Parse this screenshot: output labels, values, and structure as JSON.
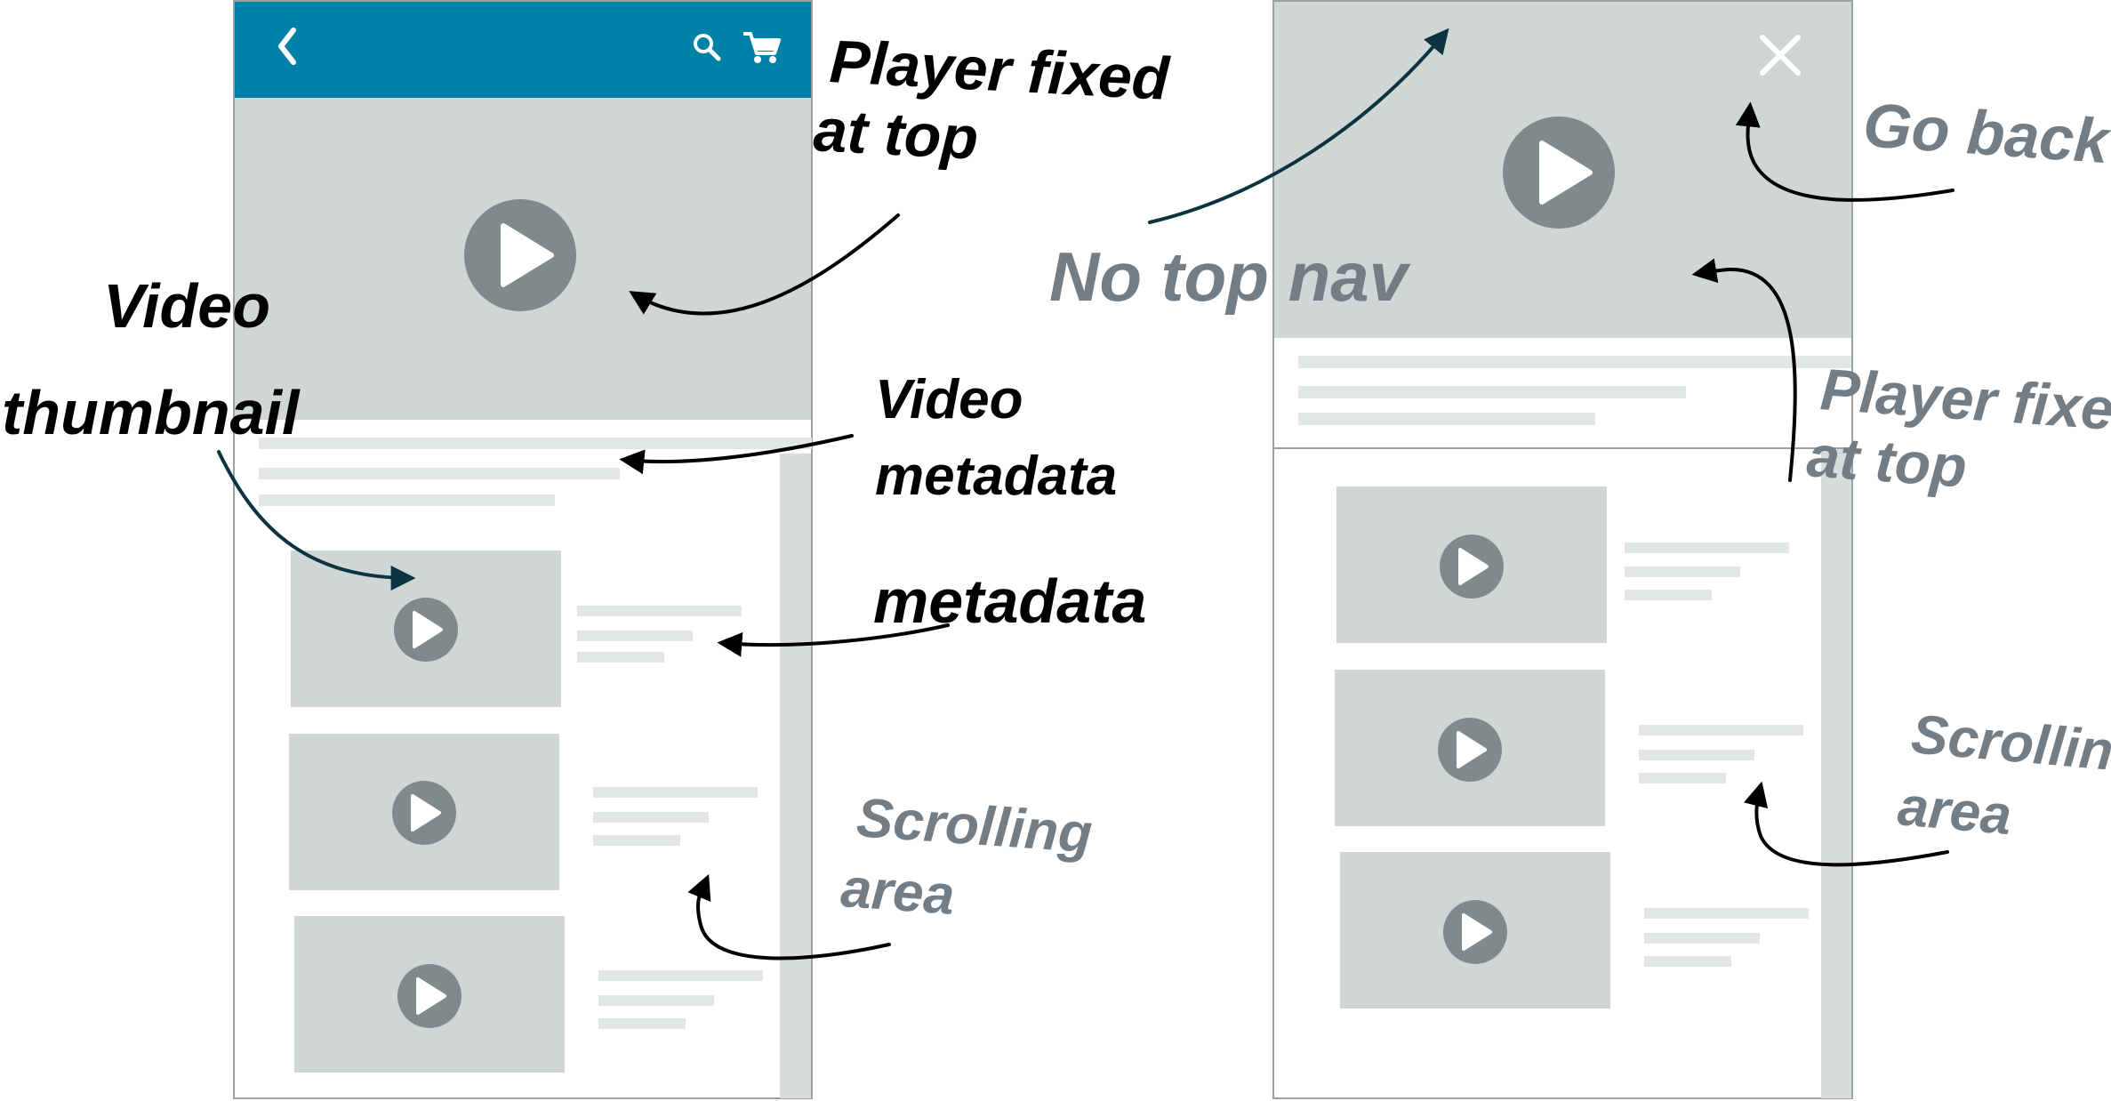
{
  "colors": {
    "topbar": "#0281a8",
    "placeholder": "#d0d6d6",
    "play_circle": "#7f8b8b",
    "play_triangle": "#ffffff",
    "text_lines": "#e3e6e6",
    "scrollbar": "#d9dcdc",
    "frame_border": "#9aa2a2",
    "annotation_dark": "#000000",
    "annotation_gray": "#727d86",
    "arrow_teal": "#0c3340",
    "close_icon": "#ffffff"
  },
  "icons": {
    "back": "back-arrow-icon",
    "search": "search-icon",
    "cart": "cart-icon",
    "close": "close-icon",
    "play": "play-icon"
  },
  "annotations": {
    "player_fixed_left": [
      "Player fixed",
      "at top"
    ],
    "video_thumbnail": [
      "Video",
      "thumbnail"
    ],
    "video_metadata": [
      "Video",
      "metadata"
    ],
    "metadata": [
      "metadata"
    ],
    "scrolling_area_left": [
      "Scrolling",
      "area"
    ],
    "no_top_nav": [
      "No top nav"
    ],
    "go_back": [
      "Go back"
    ],
    "player_fixed_right": [
      "Player fixed",
      "at top"
    ],
    "scrolling_area_right": [
      "Scrolling",
      "area"
    ]
  }
}
